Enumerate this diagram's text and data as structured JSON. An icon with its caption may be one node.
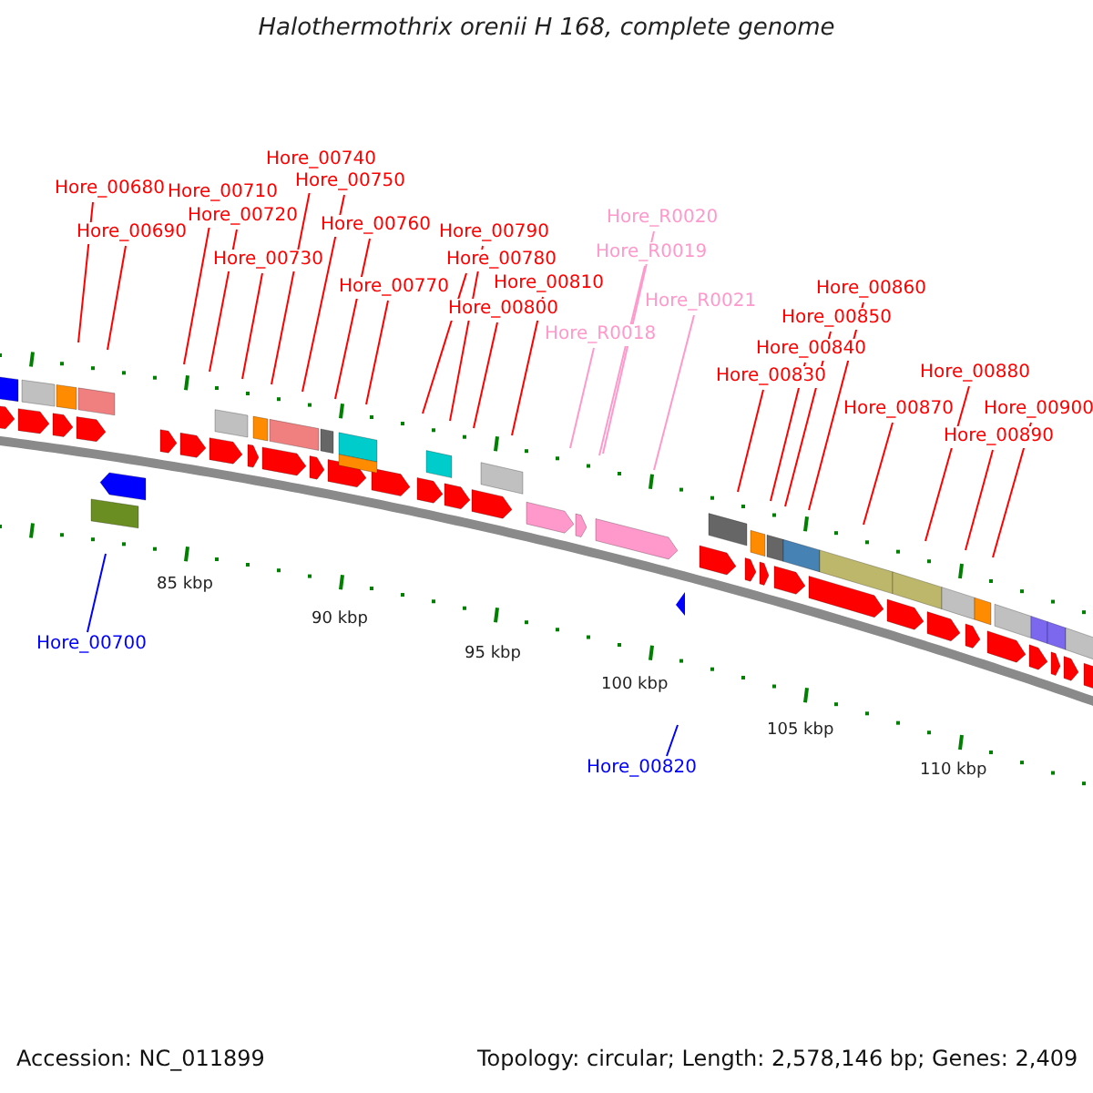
{
  "diagram": {
    "title": "Halothermothrix orenii H 168, complete genome",
    "nodes": [
      {
        "text": [
          "Hore_00680"
        ]
      },
      {
        "text": [
          "Hore_00690"
        ]
      },
      {
        "text": [
          "Hore_00700"
        ]
      },
      {
        "text": [
          "Hore_00710"
        ]
      },
      {
        "text": [
          "Hore_00720"
        ]
      },
      {
        "text": [
          "Hore_00730"
        ]
      },
      {
        "text": [
          "Hore_00740"
        ]
      },
      {
        "text": [
          "Hore_00750"
        ]
      },
      {
        "text": [
          "Hore_00760"
        ]
      },
      {
        "text": [
          "Hore_00770"
        ]
      },
      {
        "text": [
          "Hore_00780"
        ]
      },
      {
        "text": [
          "Hore_00790"
        ]
      },
      {
        "text": [
          "Hore_00800"
        ]
      },
      {
        "text": [
          "Hore_00810"
        ]
      },
      {
        "text": [
          "Hore_R0018"
        ]
      },
      {
        "text": [
          "Hore_R0019"
        ]
      },
      {
        "text": [
          "Hore_R0020"
        ]
      },
      {
        "text": [
          "Hore_R0021"
        ]
      },
      {
        "text": [
          "Hore_00820"
        ]
      },
      {
        "text": [
          "Hore_00830"
        ]
      },
      {
        "text": [
          "Hore_00840"
        ]
      },
      {
        "text": [
          "Hore_00850"
        ]
      },
      {
        "text": [
          "Hore_00860"
        ]
      },
      {
        "text": [
          "Hore_00870"
        ]
      },
      {
        "text": [
          "Hore_00880"
        ]
      },
      {
        "text": [
          "Hore_00890"
        ]
      },
      {
        "text": [
          "Hore_00900"
        ]
      }
    ],
    "edges": [
      {
        "from": 0,
        "to": null,
        "arrow": "none"
      },
      {
        "from": 1,
        "to": null,
        "arrow": "none"
      },
      {
        "from": 2,
        "to": null,
        "arrow": "none",
        "color": "#0000ff"
      },
      {
        "from": 3,
        "to": null,
        "arrow": "none"
      },
      {
        "from": 4,
        "to": null,
        "arrow": "none"
      },
      {
        "from": 5,
        "to": null,
        "arrow": "none"
      },
      {
        "from": 6,
        "to": null,
        "arrow": "none"
      },
      {
        "from": 7,
        "to": null,
        "arrow": "none"
      },
      {
        "from": 8,
        "to": null,
        "arrow": "none"
      },
      {
        "from": 9,
        "to": null,
        "arrow": "none"
      },
      {
        "from": 10,
        "to": null,
        "arrow": "none"
      },
      {
        "from": 11,
        "to": null,
        "arrow": "none"
      },
      {
        "from": 12,
        "to": null,
        "arrow": "none"
      },
      {
        "from": 13,
        "to": null,
        "arrow": "none"
      },
      {
        "from": 14,
        "to": null,
        "arrow": "none",
        "color": "#ff99cc"
      },
      {
        "from": 15,
        "to": null,
        "arrow": "none",
        "color": "#ff99cc"
      },
      {
        "from": 16,
        "to": null,
        "arrow": "none",
        "color": "#ff99cc"
      },
      {
        "from": 17,
        "to": null,
        "arrow": "none",
        "color": "#ff99cc"
      },
      {
        "from": 18,
        "to": null,
        "arrow": "none",
        "color": "#0000ff"
      },
      {
        "from": 19,
        "to": null,
        "arrow": "none"
      },
      {
        "from": 20,
        "to": null,
        "arrow": "none"
      },
      {
        "from": 21,
        "to": null,
        "arrow": "none"
      },
      {
        "from": 22,
        "to": null,
        "arrow": "none"
      },
      {
        "from": 23,
        "to": null,
        "arrow": "none"
      },
      {
        "from": 24,
        "to": null,
        "arrow": "none"
      },
      {
        "from": 25,
        "to": null,
        "arrow": "none"
      },
      {
        "from": 26,
        "to": null,
        "arrow": "none"
      }
    ],
    "labels": [
      "85 kbp",
      "90 kbp",
      "95 kbp",
      "100 kbp",
      "105 kbp",
      "110 kbp",
      "Accession: NC_011899",
      "Topology: circular; Length: 2,578,146 bp; Genes: 2,409"
    ]
  }
}
